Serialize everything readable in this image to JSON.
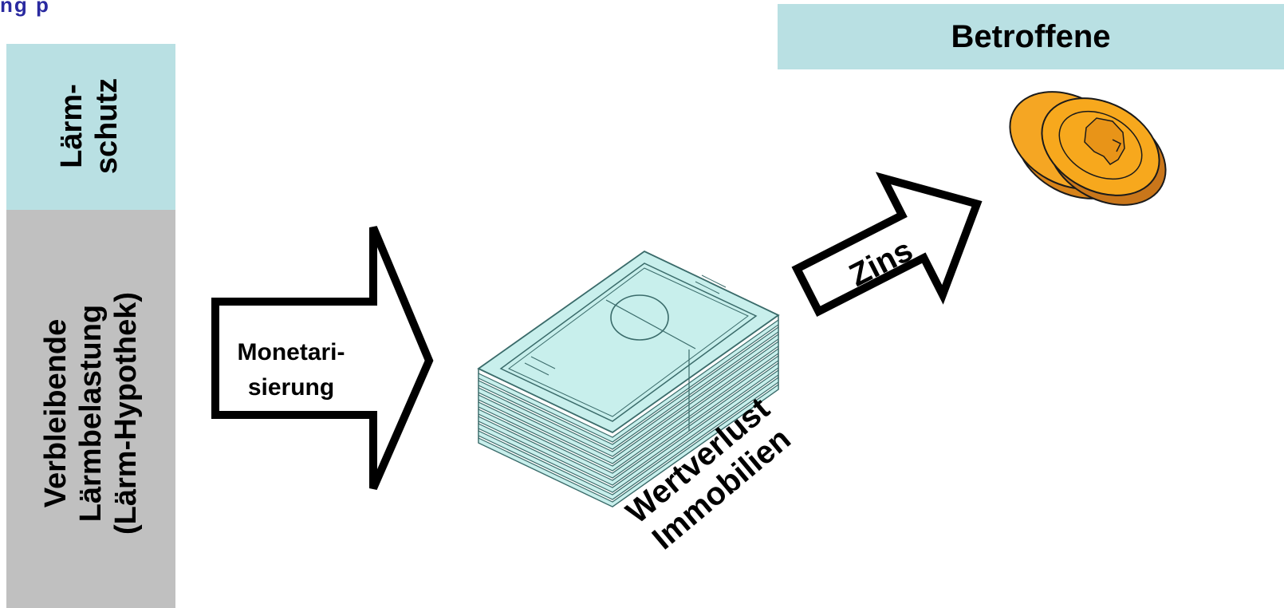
{
  "title_snippet": "ng p",
  "side": {
    "top_label_lines": [
      "Lärm-",
      "schutz"
    ],
    "bottom_label_lines": [
      "Verbleibende",
      "Lärmbelastung",
      "(Lärm-Hypothek)"
    ]
  },
  "header": {
    "label": "Betroffene"
  },
  "arrows": {
    "left": {
      "lines": [
        "Monetari-",
        "sierung"
      ]
    },
    "right": {
      "label": "Zins"
    }
  },
  "money": {
    "lines": [
      "Wertverlust",
      "Immobilien"
    ]
  },
  "colors": {
    "box_teal": "#b9e0e3",
    "box_gray": "#c0c0c0",
    "banknote": "#c8efec",
    "coin": "#f5a623"
  },
  "icons": [
    "banknote-stack-icon",
    "coin-stack-icon"
  ]
}
